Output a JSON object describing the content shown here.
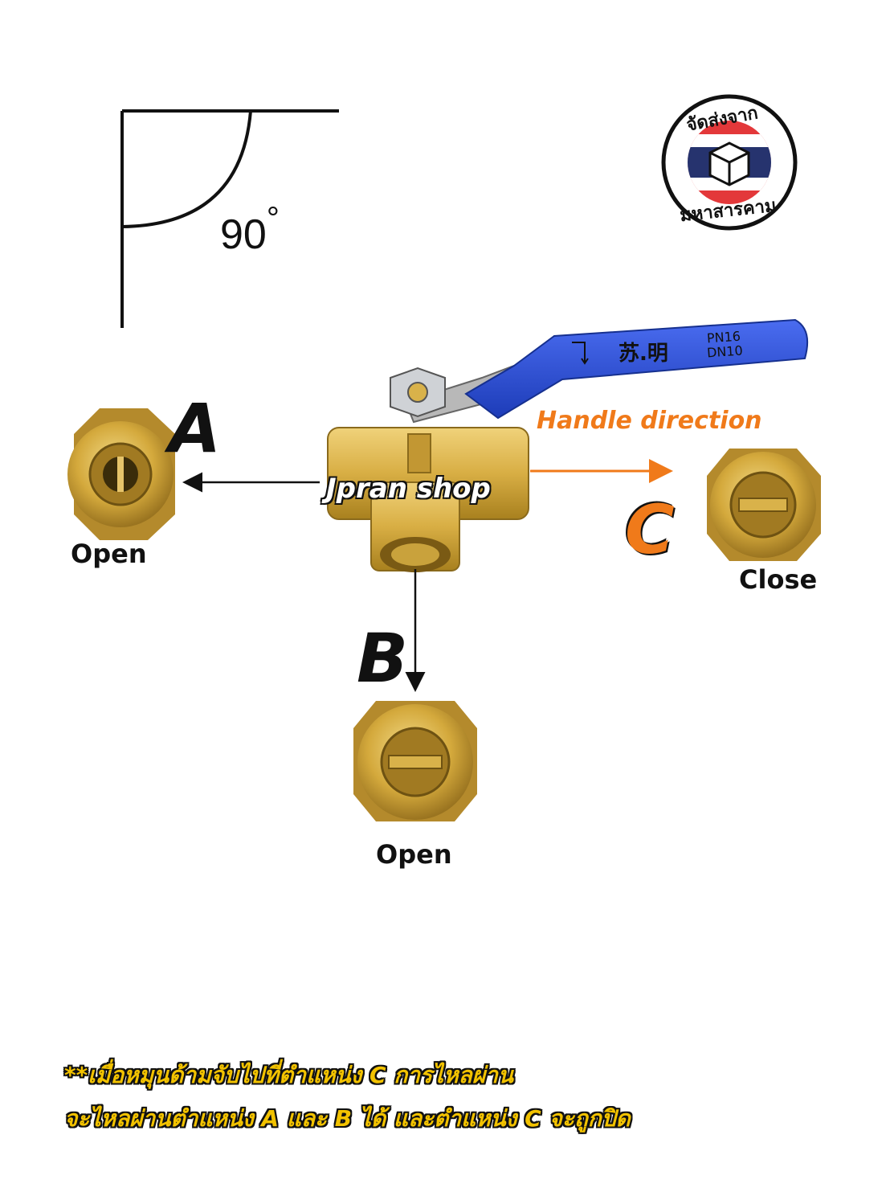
{
  "angle_label": "90",
  "degree_mark": "°",
  "badge": {
    "top_text": "จัดส่งจาก",
    "bottom_text": "มหาสารคาม"
  },
  "handle": {
    "mark1": "PN16",
    "mark2": "DN10"
  },
  "watermark": "Jpran shop",
  "handle_direction_label": "Handle direction",
  "ports": {
    "a": {
      "letter": "A",
      "status": "Open"
    },
    "b": {
      "letter": "B",
      "status": "Open"
    },
    "c": {
      "letter": "C",
      "status": "Close"
    }
  },
  "note": {
    "line1": "**เมื่อหมุนด้ามจับไปที่ตำแหน่ง C การไหลผ่าน",
    "line2": "จะไหลผ่านตำแหน่ง A และ B ได้  และตำแหน่ง C จะถูกปิด"
  },
  "colors": {
    "brass": "#d9b24a",
    "handle_blue": "#2a4fd6",
    "orange": "#f07a1a",
    "note_yellow": "#f2c200"
  }
}
